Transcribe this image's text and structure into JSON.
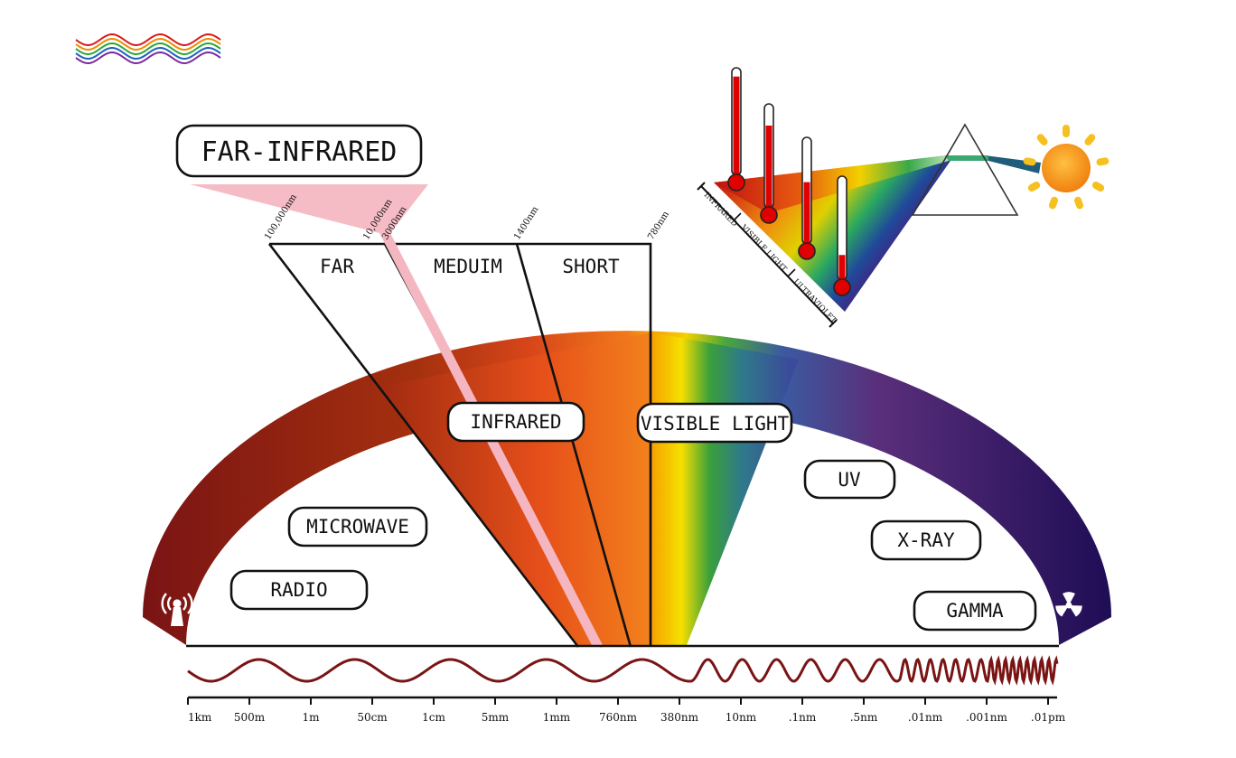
{
  "logo": {
    "icon": "rainbow-waves-icon"
  },
  "callout": {
    "far_infrared": "FAR-INFRARED"
  },
  "infrared_bands": {
    "wavelength_marks": [
      "100,000nm",
      "10,000nm",
      "3000nm",
      "1400nm",
      "780nm"
    ],
    "labels": [
      "FAR",
      "MEDUIM",
      "SHORT"
    ]
  },
  "spectrum": {
    "bands": [
      "RADIO",
      "MICROWAVE",
      "INFRARED",
      "VISIBLE LIGHT",
      "UV",
      "X-RAY",
      "GAMMA"
    ],
    "left_icon": "radio-antenna-icon",
    "right_icon": "radiation-icon"
  },
  "prism_diagram": {
    "scale_labels": [
      "INFRARED",
      "VISIBLE LIGHT",
      "ULTRAVIOLET"
    ],
    "thermometer_levels": [
      0.95,
      0.82,
      0.6,
      0.25
    ],
    "icons": [
      "thermometer-icon",
      "prism-icon",
      "sun-icon"
    ]
  },
  "scale": {
    "ticks": [
      "1km",
      "500m",
      "1m",
      "50cm",
      "1cm",
      "5mm",
      "1mm",
      "760nm",
      "380nm",
      "10nm",
      ".1nm",
      ".5nm",
      ".01nm",
      ".001nm",
      ".01pm"
    ]
  },
  "colors": {
    "radio": "#7a1414",
    "infrared": "#e8501a",
    "visible_yellow": "#f5d000",
    "visible_green": "#2aa33a",
    "uv": "#5a2e7a",
    "gamma": "#1e0d55",
    "wave": "#7a1414",
    "far_infrared_pink": "#f4b7c2"
  }
}
